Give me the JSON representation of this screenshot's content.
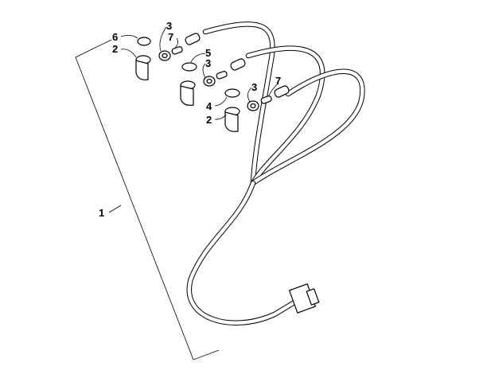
{
  "callouts": {
    "harness": "1",
    "plug_top": "6",
    "socket_top": "2",
    "washer_top": "3",
    "bulb_top": "7",
    "plug_mid": "5",
    "washer_mid": "3",
    "washer_low": "3",
    "bulb_low": "7",
    "plug_low": "4",
    "socket_low": "2"
  }
}
